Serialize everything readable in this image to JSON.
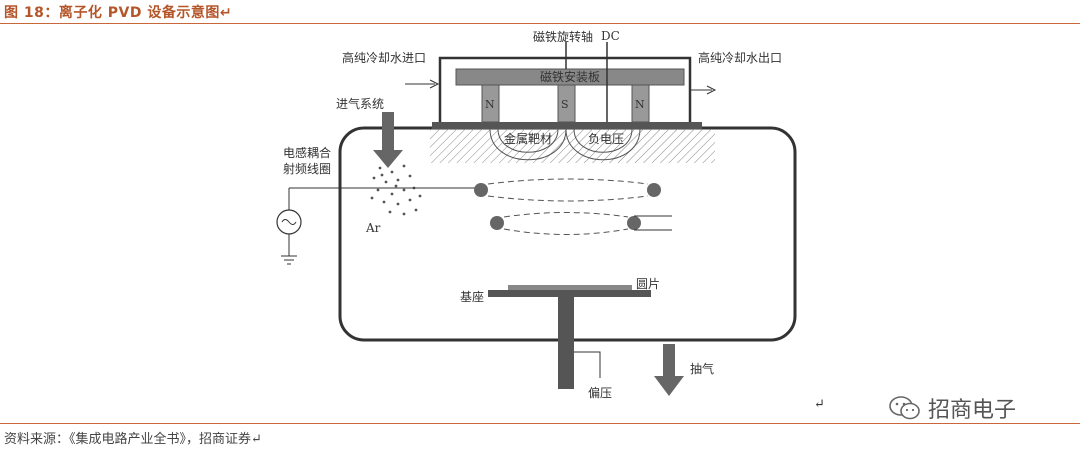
{
  "header": {
    "title": "图 18：离子化 PVD 设备示意图↵"
  },
  "diagram": {
    "magnet_rotation_axis": "磁铁旋转轴",
    "dc": "DC",
    "water_inlet": "高纯冷却水进口",
    "water_outlet": "高纯冷却水出口",
    "magnet_mounting_plate": "磁铁安装板",
    "magnet_n1": "N",
    "magnet_s": "S",
    "magnet_n2": "N",
    "gas_inlet_system": "进气系统",
    "metal_target": "金属靶材",
    "negative_voltage": "负电压",
    "coil_line1": "电感耦合",
    "coil_line2": "射频线圈",
    "argon": "Ar",
    "wafer": "圆片",
    "pedestal": "基座",
    "exhaust": "抽气",
    "bias": "偏压",
    "return_mark": "↵"
  },
  "footer": {
    "source": "资料来源：《集成电路产业全书》，招商证券↵",
    "watermark": "招商电子"
  }
}
